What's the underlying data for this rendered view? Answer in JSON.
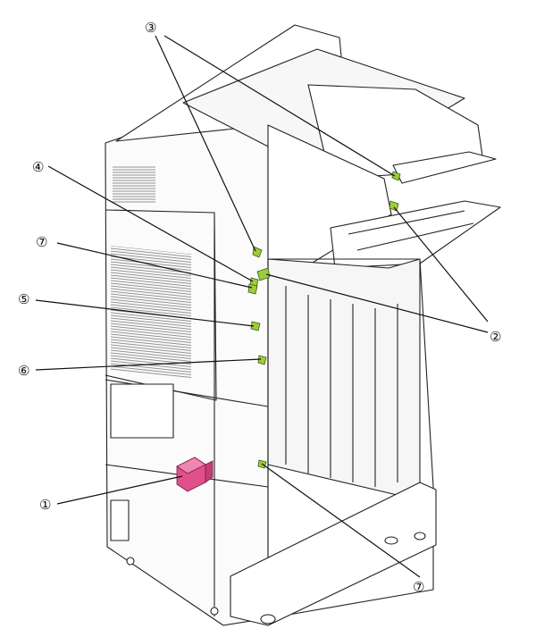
{
  "callouts": [
    {
      "id": "1",
      "label": "①"
    },
    {
      "id": "2",
      "label": "②"
    },
    {
      "id": "3",
      "label": "③"
    },
    {
      "id": "4",
      "label": "④"
    },
    {
      "id": "5",
      "label": "⑤"
    },
    {
      "id": "6",
      "label": "⑥"
    },
    {
      "id": "7a",
      "label": "⑦"
    },
    {
      "id": "7b",
      "label": "⑦"
    }
  ],
  "colors": {
    "outline": "#222222",
    "body": "#ffffff",
    "shade": "#f2f2f2",
    "highlight_green": "#9ccc3c",
    "highlight_pink": "#e0508a"
  }
}
